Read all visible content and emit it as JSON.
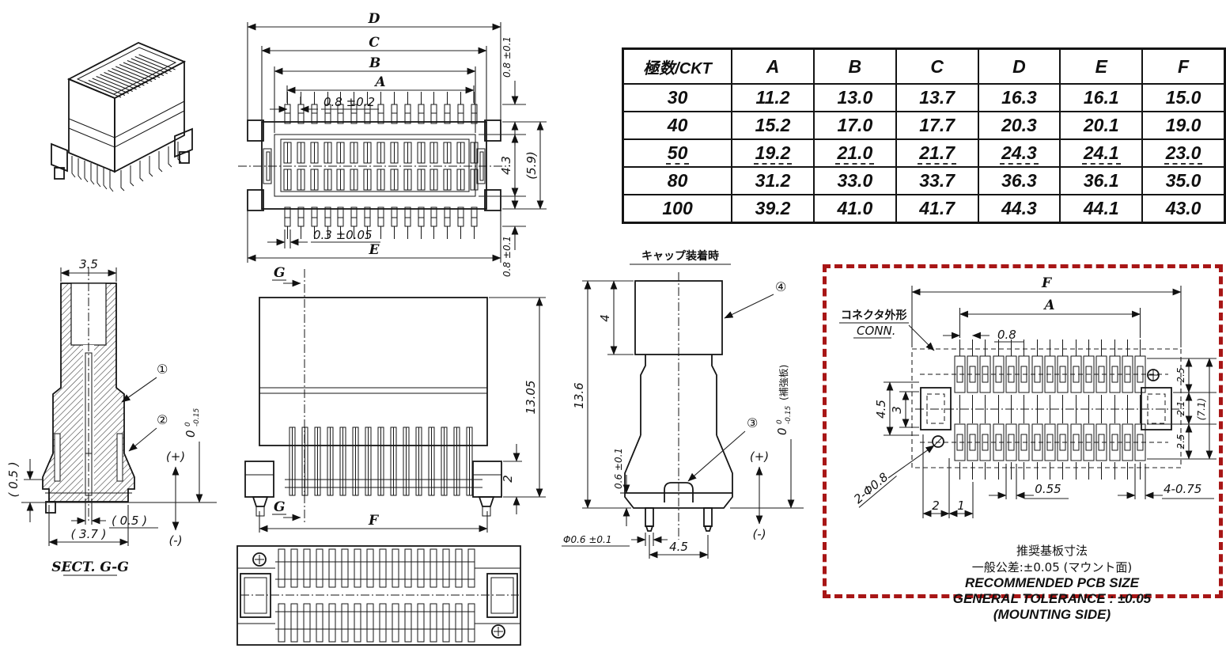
{
  "colors": {
    "line": "#161616",
    "pcb_border": "#a81616",
    "background": "#ffffff"
  },
  "table": {
    "header": [
      "極数/CKT",
      "A",
      "B",
      "C",
      "D",
      "E",
      "F"
    ],
    "rows": [
      {
        "ckt": "30",
        "a": "11.2",
        "b": "13.0",
        "c": "13.7",
        "d": "16.3",
        "e": "16.1",
        "f": "15.0"
      },
      {
        "ckt": "40",
        "a": "15.2",
        "b": "17.0",
        "c": "17.7",
        "d": "20.3",
        "e": "20.1",
        "f": "19.0"
      },
      {
        "ckt": "50",
        "a": "19.2",
        "b": "21.0",
        "c": "21.7",
        "d": "24.3",
        "e": "24.1",
        "f": "23.0"
      },
      {
        "ckt": "80",
        "a": "31.2",
        "b": "33.0",
        "c": "33.7",
        "d": "36.3",
        "e": "36.1",
        "f": "35.0"
      },
      {
        "ckt": "100",
        "a": "39.2",
        "b": "41.0",
        "c": "41.7",
        "d": "44.3",
        "e": "44.1",
        "f": "43.0"
      }
    ]
  },
  "top_view": {
    "d": "D",
    "c": "C",
    "b": "B",
    "a": "A",
    "pitch": "0.8 ±0.2",
    "lead_w": "0.3 ±0.05",
    "e": "E",
    "tip_top": "0.8 ±0.1",
    "inner_h": "4.3",
    "outer_h": "(5.9)",
    "tip_bottom": "0.8 ±0.1"
  },
  "section_view": {
    "title": "SECT. G-G",
    "w_top": "3.5",
    "h_step": "( 0.5 )",
    "w_pin": "( 0.5 )",
    "w_base": "( 3.7 )",
    "callout1": "①",
    "callout2": "②",
    "plus": "(+)",
    "minus": "(-)",
    "tol_main": "0",
    "tol_sup": "0",
    "tol_sub": "-0.15"
  },
  "side_view": {
    "g_top": "G",
    "g_bottom": "G",
    "f": "F",
    "height": "13.05",
    "standoff": "2"
  },
  "cap_view": {
    "title": "キャップ装着時",
    "cap_h": "4",
    "total_h": "13.6",
    "seat_h": "0.6 ±0.1",
    "pin_dia": "Φ0.6 ±0.1",
    "pin_span": "4.5",
    "callout3": "③",
    "callout4": "④",
    "plus": "(+)",
    "minus": "(-)",
    "tol_main": "0",
    "tol_sup": "0",
    "tol_sub": "-0.15",
    "tol_note": "(補強板)"
  },
  "pcb_view": {
    "conn_label_jp": "コネクタ外形",
    "conn_label_en": "CONN.",
    "f": "F",
    "a": "A",
    "pitch": "0.8",
    "left_h1": "4.5",
    "left_h2": "3",
    "right_h1": "2.5",
    "right_h2": "2.1",
    "right_h3": "2.5",
    "right_total": "(7.1)",
    "holes": "2-Φ0.8",
    "pad_w": "0.55",
    "end_pads": "4-0.75",
    "off1": "2",
    "off2": "1",
    "note_jp1": "推奨基板寸法",
    "note_jp2": "一般公差:±0.05 (マウント面)",
    "note_en1": "RECOMMENDED PCB SIZE",
    "note_en2": "GENERAL TOLERANCE : ±0.05",
    "note_en3": "(MOUNTING SIDE)"
  }
}
